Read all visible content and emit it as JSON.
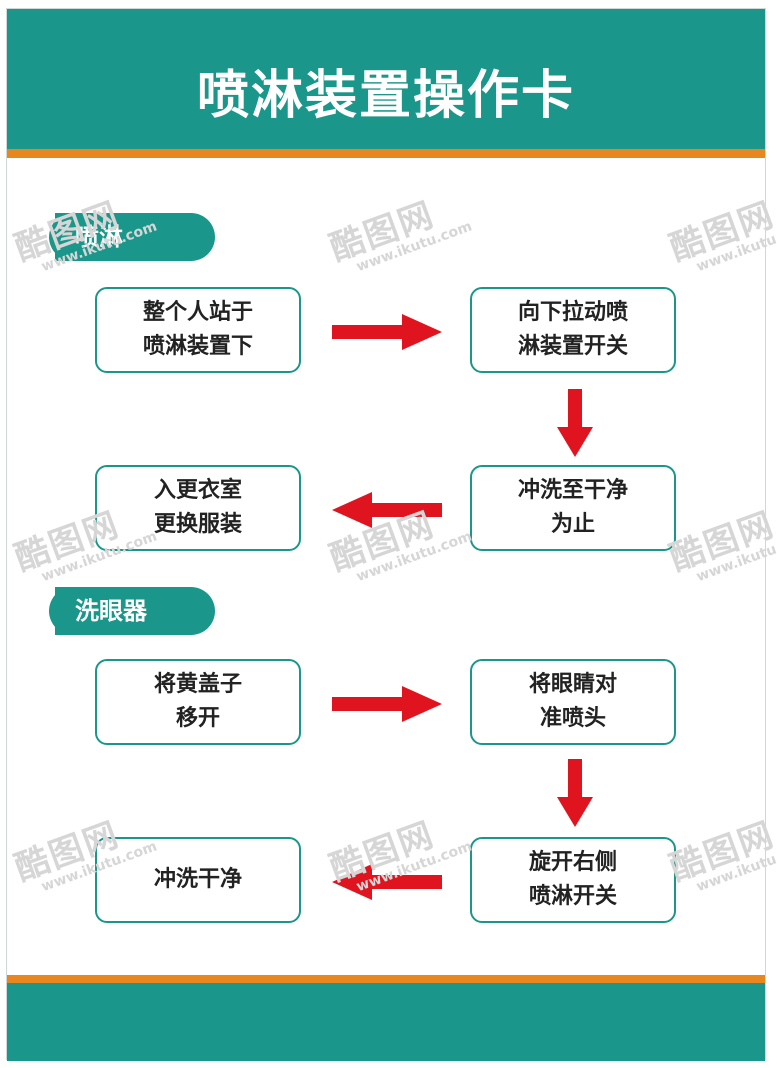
{
  "title": "喷淋装置操作卡",
  "colors": {
    "primary": "#1b968a",
    "accent": "#e8861f",
    "arrow": "#e0141f"
  },
  "sections": [
    {
      "label": "喷淋",
      "steps": [
        {
          "lines": [
            "整个人站于",
            "喷淋装置下"
          ]
        },
        {
          "lines": [
            "向下拉动喷",
            "淋装置开关"
          ]
        },
        {
          "lines": [
            "冲洗至干净",
            "为止"
          ]
        },
        {
          "lines": [
            "入更衣室",
            "更换服装"
          ]
        }
      ]
    },
    {
      "label": "洗眼器",
      "steps": [
        {
          "lines": [
            "将黄盖子",
            "移开"
          ]
        },
        {
          "lines": [
            "将眼睛对",
            "准喷头"
          ]
        },
        {
          "lines": [
            "旋开右侧",
            "喷淋开关"
          ]
        },
        {
          "lines": [
            "冲洗干净"
          ]
        }
      ]
    }
  ],
  "watermark": {
    "logo": "酷图网",
    "url": "www.ikutu.com"
  }
}
